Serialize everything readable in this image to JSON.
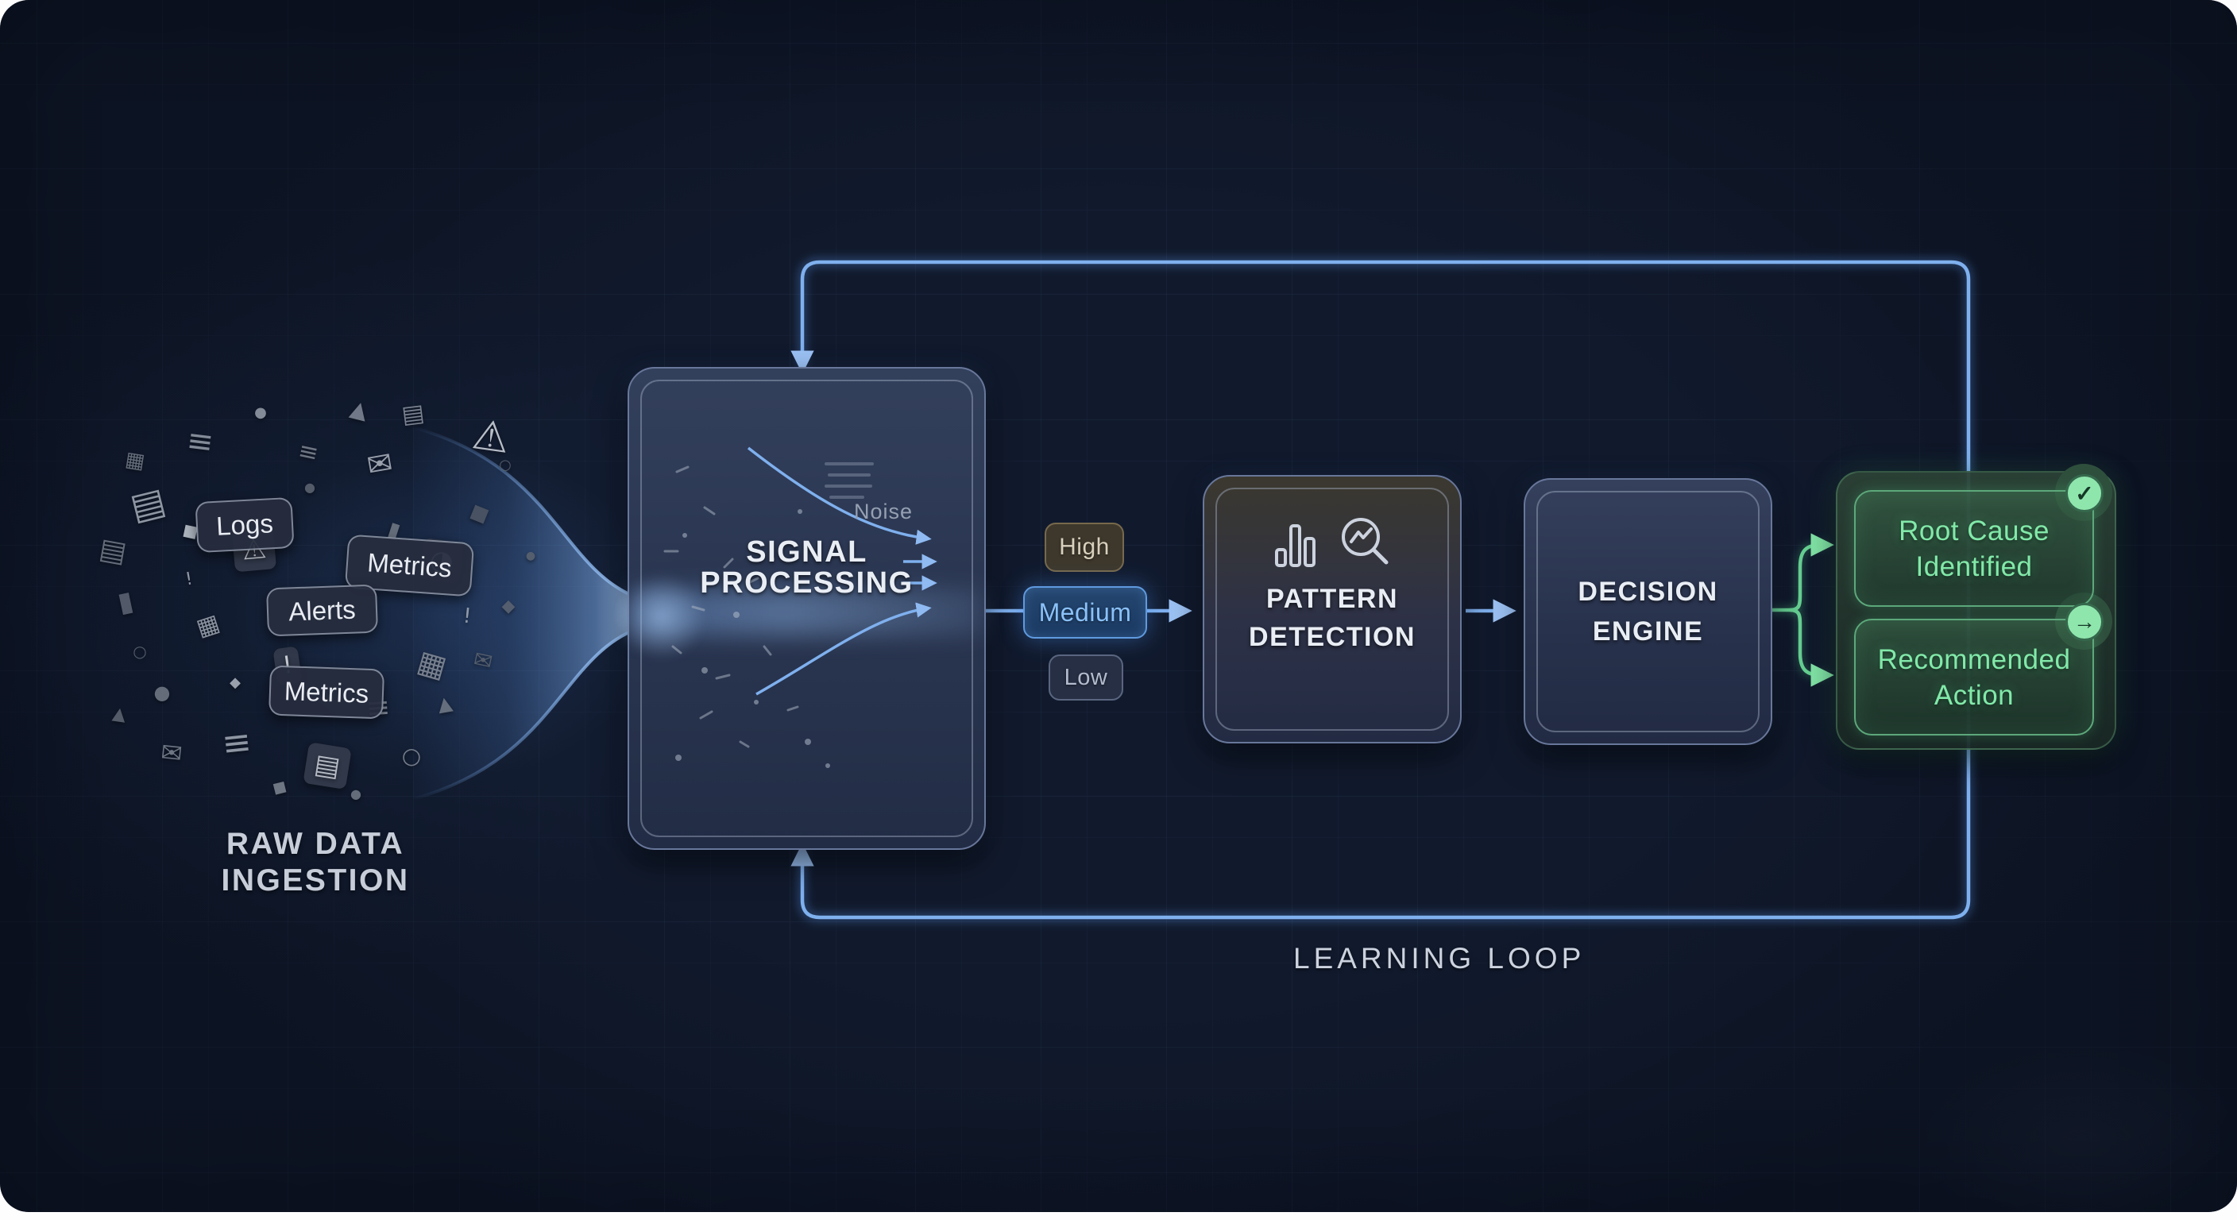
{
  "diagram": {
    "ingestion": {
      "line1": "RAW DATA",
      "line2": "INGESTION",
      "tags": [
        "Logs",
        "Metrics",
        "Alerts",
        "Metrics"
      ]
    },
    "signal": {
      "line1": "SIGNAL",
      "line2": "PROCESSING",
      "noise": "Noise"
    },
    "severity": {
      "high": "High",
      "medium": "Medium",
      "low": "Low"
    },
    "pattern": {
      "line1": "PATTERN",
      "line2": "DETECTION"
    },
    "decision": {
      "line1": "DECISION",
      "line2": "ENGINE"
    },
    "outcome1": {
      "line1": "Root Cause",
      "line2": "Identified",
      "badge_glyph": "✓"
    },
    "outcome2": {
      "line1": "Recommended",
      "line2": "Action",
      "badge_glyph": "→"
    },
    "loop_label": "LEARNING LOOP",
    "colors": {
      "background": "#111a2d",
      "accent_blue": "#7fb0ee",
      "accent_green": "#62cf8f",
      "severity_active_text": "#8ac1fa",
      "outcome_text": "#82e9a9",
      "title_text": "#e9edf4"
    }
  },
  "icons": {
    "bar_chart": "bar-chart-icon",
    "trend_magnifier": "trend-magnifier-icon",
    "check": "check-icon",
    "arrow_right": "arrow-right-icon",
    "cluster_glyphs": {
      "warning": "⚠",
      "doc": "▤",
      "grid": "▦",
      "lines": "≡",
      "mail": "✉",
      "pie": "◔",
      "dot": "●",
      "triangle": "▲",
      "bar": "▮",
      "square": "■",
      "diamond": "◆",
      "circle": "○",
      "excl": "!"
    }
  }
}
